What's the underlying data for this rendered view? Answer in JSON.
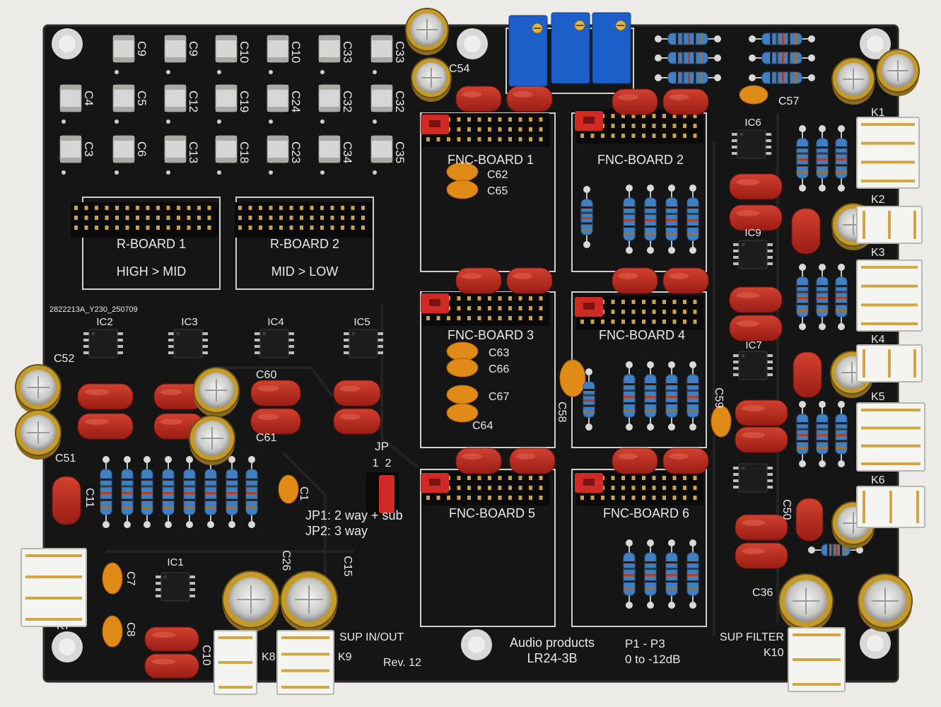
{
  "board": {
    "product_line1": "Audio products",
    "product_line2": "LR24-3B",
    "revision": "Rev. 12",
    "pot_note1": "P1 - P3",
    "pot_note2": "0 to -12dB",
    "sup_in_out": "SUP IN/OUT",
    "sup_filter": "SUP FILTER",
    "serial": "2822213A_Y230_250709",
    "jp_title": "JP",
    "jp_pins": "1  2",
    "jp1_note": "JP1: 2 way + sub",
    "jp2_note": "JP2: 3 way"
  },
  "r_boards": [
    {
      "name": "R-BOARD 1",
      "sub": "HIGH > MID"
    },
    {
      "name": "R-BOARD 2",
      "sub": "MID > LOW"
    }
  ],
  "fnc_boards": [
    "FNC-BOARD 1",
    "FNC-BOARD 2",
    "FNC-BOARD 3",
    "FNC-BOARD 4",
    "FNC-BOARD 5",
    "FNC-BOARD 6"
  ],
  "ic_labels": [
    "IC1",
    "IC2",
    "IC3",
    "IC4",
    "IC5",
    "IC6",
    "IC7",
    "IC9"
  ],
  "connector_labels": [
    "K1",
    "K2",
    "K3",
    "K4",
    "K5",
    "K6",
    "K7",
    "K8",
    "K9",
    "K10"
  ],
  "smd_caps": {
    "row1": [
      "C9",
      "C9",
      "C10",
      "C10",
      "C33",
      "C33"
    ],
    "row2": [
      "C4",
      "C5",
      "C12",
      "C19",
      "C24",
      "C32",
      "C32"
    ],
    "row3": [
      "C3",
      "C6",
      "C13",
      "C18",
      "C23",
      "C34",
      "C35"
    ]
  },
  "cap_labels": {
    "c62": "C62",
    "c65": "C65",
    "c63": "C63",
    "c66": "C66",
    "c67": "C67",
    "c64": "C64",
    "c58": "C58",
    "c59": "C59",
    "c57": "C57",
    "c52": "C52",
    "c51": "C51",
    "c60": "C60",
    "c61": "C61",
    "c11": "C11",
    "c1": "C1",
    "c7": "C7",
    "c8": "C8",
    "c10": "C10",
    "c26": "C26",
    "c15": "C15",
    "c36": "C36",
    "c50": "C50",
    "c54": "C54"
  },
  "colors": {
    "pcb": "#151515",
    "silk": "#e9e9e9",
    "resistor_body": "#3f7fc4",
    "film_cap": "#b5241c",
    "ceramic_cap": "#e08a17",
    "electrolytic": "#c49a2a",
    "trimmer": "#1d5fc9",
    "jumper": "#d12a24",
    "connector": "#f4f4f0"
  }
}
